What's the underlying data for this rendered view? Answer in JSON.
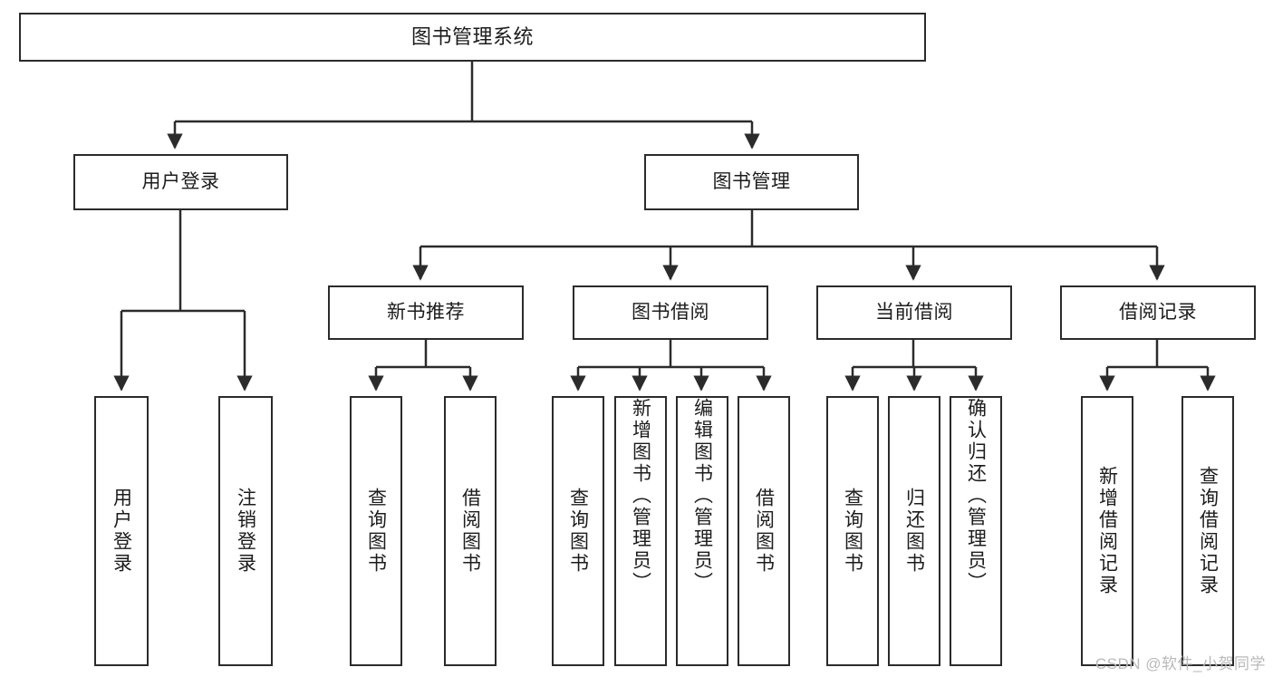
{
  "diagram": {
    "title": "图书管理系统",
    "type": "tree-hierarchy",
    "watermark": "CSDN @软件_小贺同学",
    "colors": {
      "stroke": "#2b2b2b",
      "fill": "#ffffff",
      "text": "#1c1c1c",
      "watermark": "#b9b9b9"
    },
    "nodes": {
      "root": {
        "label": "图书管理系统"
      },
      "level1": [
        {
          "id": "user-login",
          "label": "用户登录"
        },
        {
          "id": "book-manage",
          "label": "图书管理"
        }
      ],
      "level2": [
        {
          "id": "new-book-recommend",
          "label": "新书推荐"
        },
        {
          "id": "book-borrow",
          "label": "图书借阅"
        },
        {
          "id": "current-borrow",
          "label": "当前借阅"
        },
        {
          "id": "borrow-record",
          "label": "借阅记录"
        }
      ],
      "leaves": {
        "user-login": [
          {
            "id": "leaf-user-login",
            "label": "用户登录"
          },
          {
            "id": "leaf-user-logout",
            "label": "注销登录"
          }
        ],
        "new-book-recommend": [
          {
            "id": "leaf-query-book-1",
            "label": "查询图书"
          },
          {
            "id": "leaf-borrow-book-1",
            "label": "借阅图书"
          }
        ],
        "book-borrow": [
          {
            "id": "leaf-query-book-2",
            "label": "查询图书"
          },
          {
            "id": "leaf-add-book",
            "label": "新增图书（管理员）"
          },
          {
            "id": "leaf-edit-book",
            "label": "编辑图书（管理员）"
          },
          {
            "id": "leaf-borrow-book-2",
            "label": "借阅图书"
          }
        ],
        "current-borrow": [
          {
            "id": "leaf-query-book-3",
            "label": "查询图书"
          },
          {
            "id": "leaf-return-book",
            "label": "归还图书"
          },
          {
            "id": "leaf-confirm-return",
            "label": "确认归还（管理员）"
          }
        ],
        "borrow-record": [
          {
            "id": "leaf-add-record",
            "label": "新增借阅记录"
          },
          {
            "id": "leaf-query-record",
            "label": "查询借阅记录"
          }
        ]
      }
    }
  }
}
